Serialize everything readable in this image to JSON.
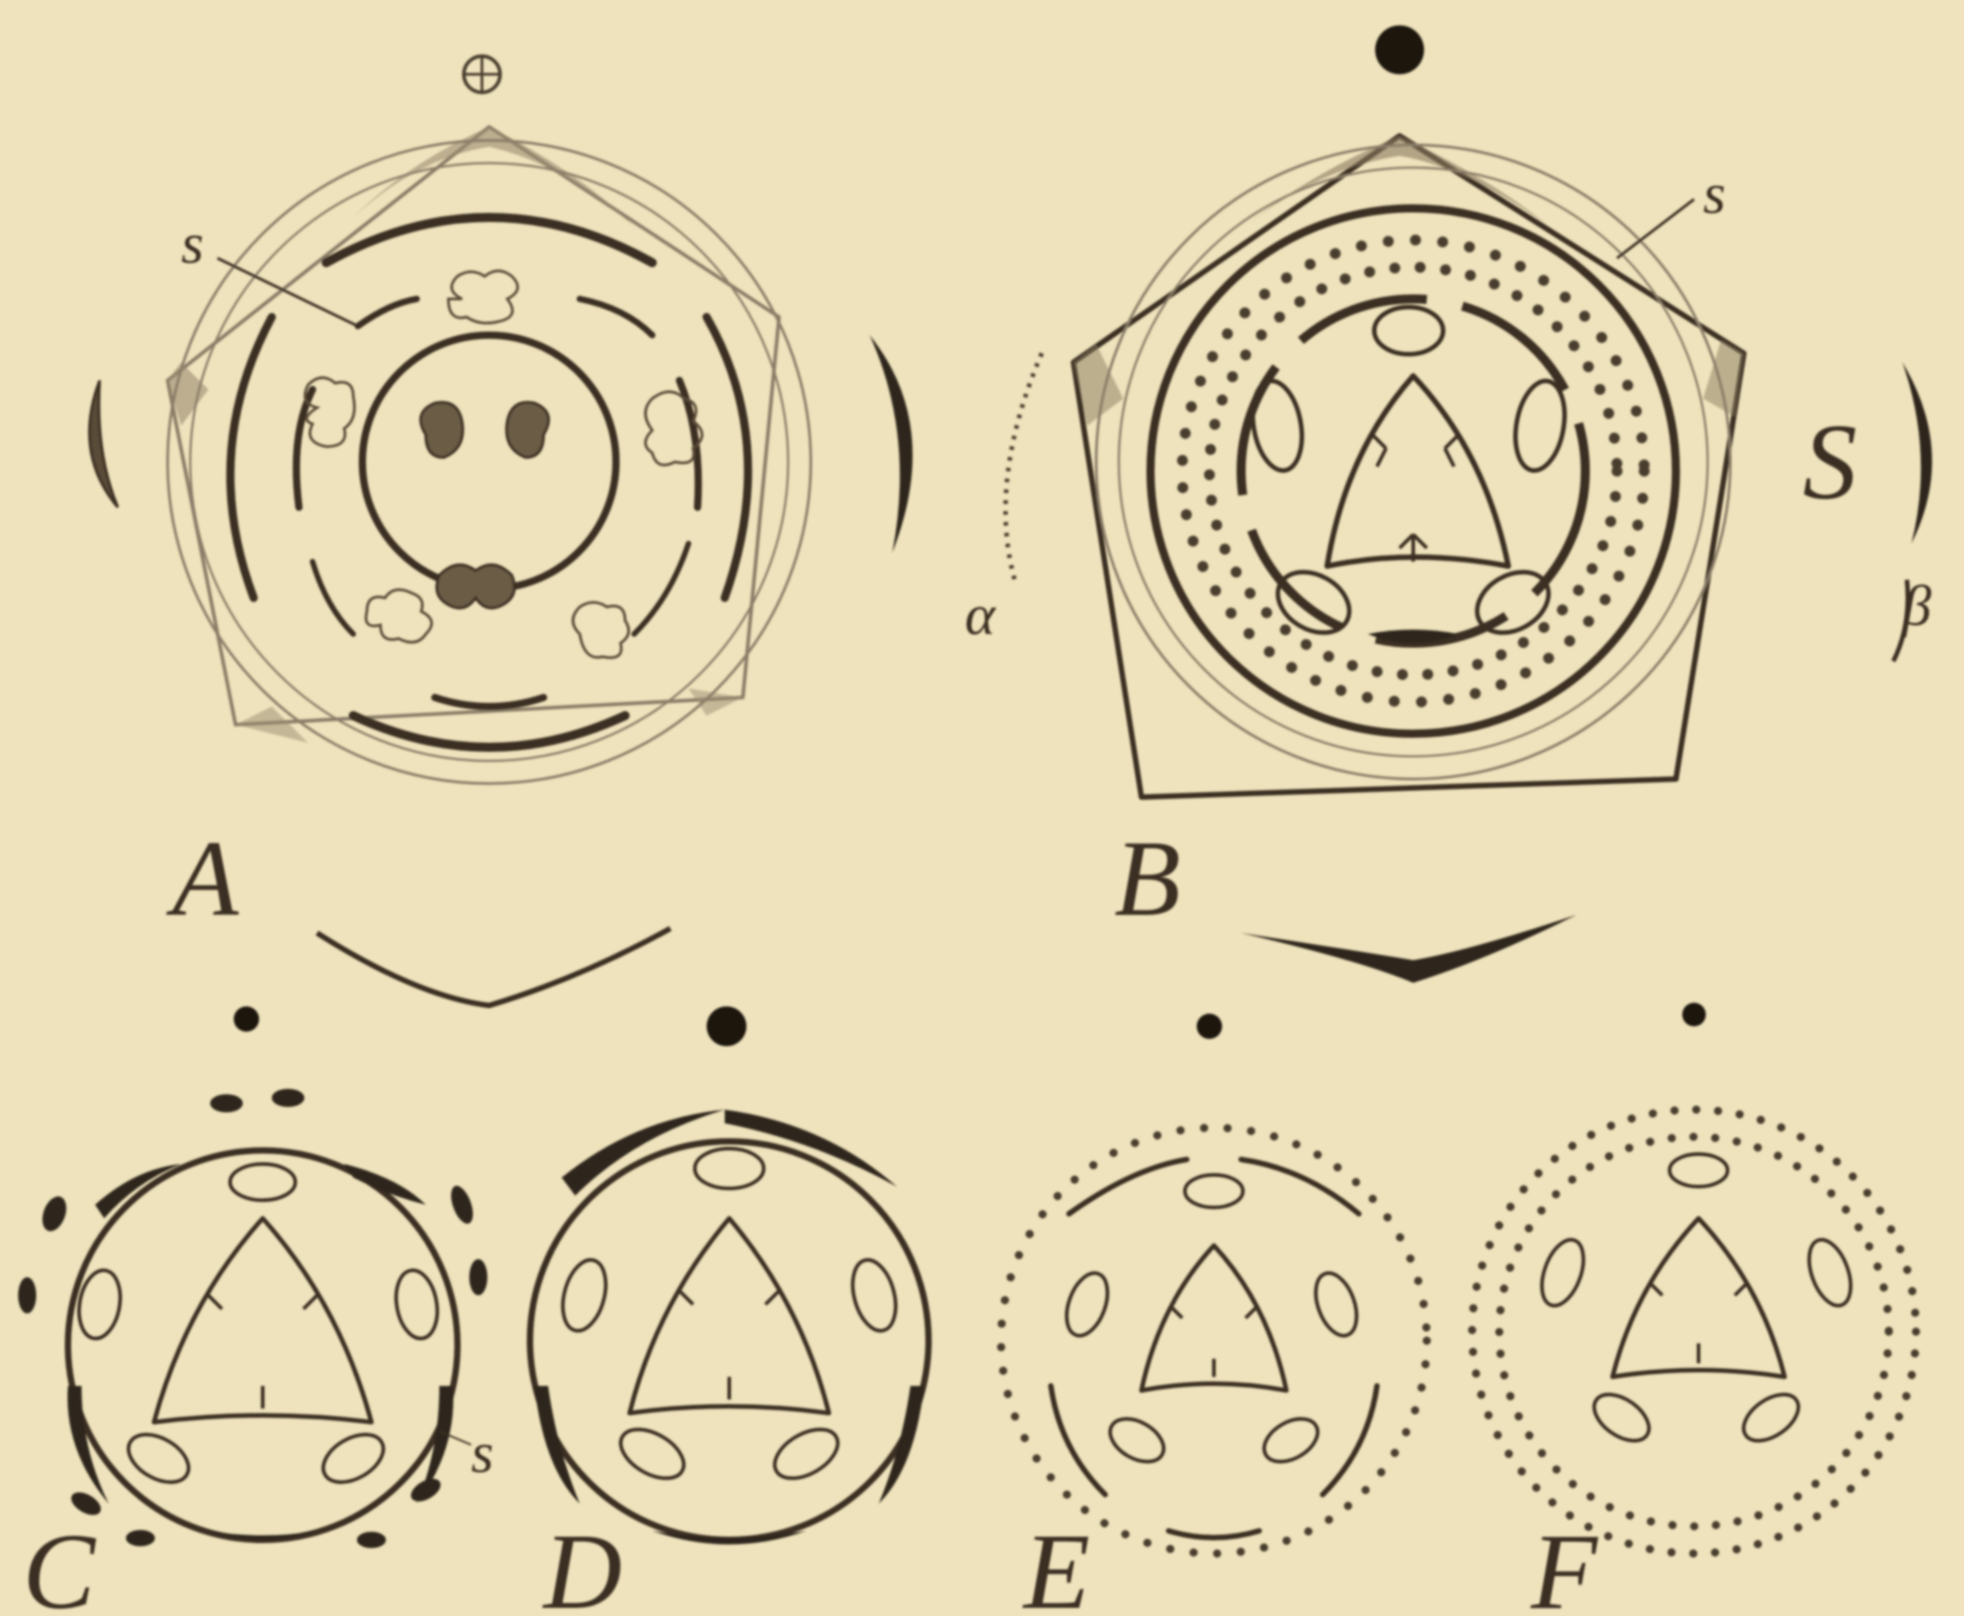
{
  "figure": {
    "panels": [
      {
        "id": "A",
        "label": "A",
        "letters": {
          "s": "s"
        }
      },
      {
        "id": "B",
        "label": "B",
        "letters": {
          "s_small": "s",
          "S_large": "S",
          "alpha": "α",
          "beta": "β"
        }
      },
      {
        "id": "C",
        "label": "C",
        "letters": {
          "s": "s"
        }
      },
      {
        "id": "D",
        "label": "D"
      },
      {
        "id": "E",
        "label": "E"
      },
      {
        "id": "F",
        "label": "F"
      }
    ],
    "axis_symbol_A": "⊕"
  },
  "colors": {
    "background": "#efe3bd",
    "ink": "#3a2f22",
    "thin_line": "#8a7d68"
  }
}
